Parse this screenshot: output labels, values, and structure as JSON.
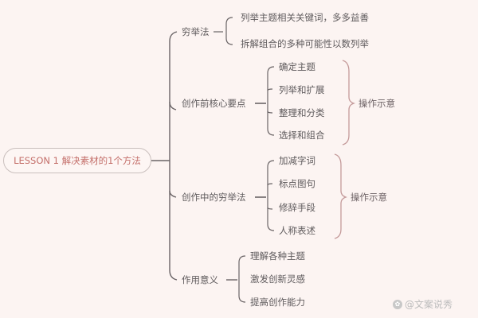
{
  "colors": {
    "background": "#fcf4f2",
    "root_text": "#c46f6a",
    "root_border": "#c9bfbd",
    "branch_line": "#6a6466",
    "bracket_accent": "#c49a9a",
    "text": "#5e5a5c",
    "watermark": "#bcbcbc"
  },
  "root": {
    "label": "LESSON 1 解决素材的1个方法"
  },
  "branches": [
    {
      "label": "穷举法",
      "children": [
        "列举主题相关关键词，多多益善",
        "拆解组合的多种可能性以数列举"
      ]
    },
    {
      "label": "创作前核心要点",
      "children": [
        "确定主题",
        "列举和扩展",
        "整理和分类",
        "选择和组合"
      ],
      "note": "操作示意"
    },
    {
      "label": "创作中的穷举法",
      "children": [
        "加减字词",
        "标点图句",
        "修辞手段",
        "人称表述"
      ],
      "note": "操作示意"
    },
    {
      "label": "作用意义",
      "children": [
        "理解各种主题",
        "激发创新灵感",
        "提高创作能力"
      ]
    }
  ],
  "watermark": {
    "icon": "account-icon",
    "text": "@文案说秀"
  }
}
